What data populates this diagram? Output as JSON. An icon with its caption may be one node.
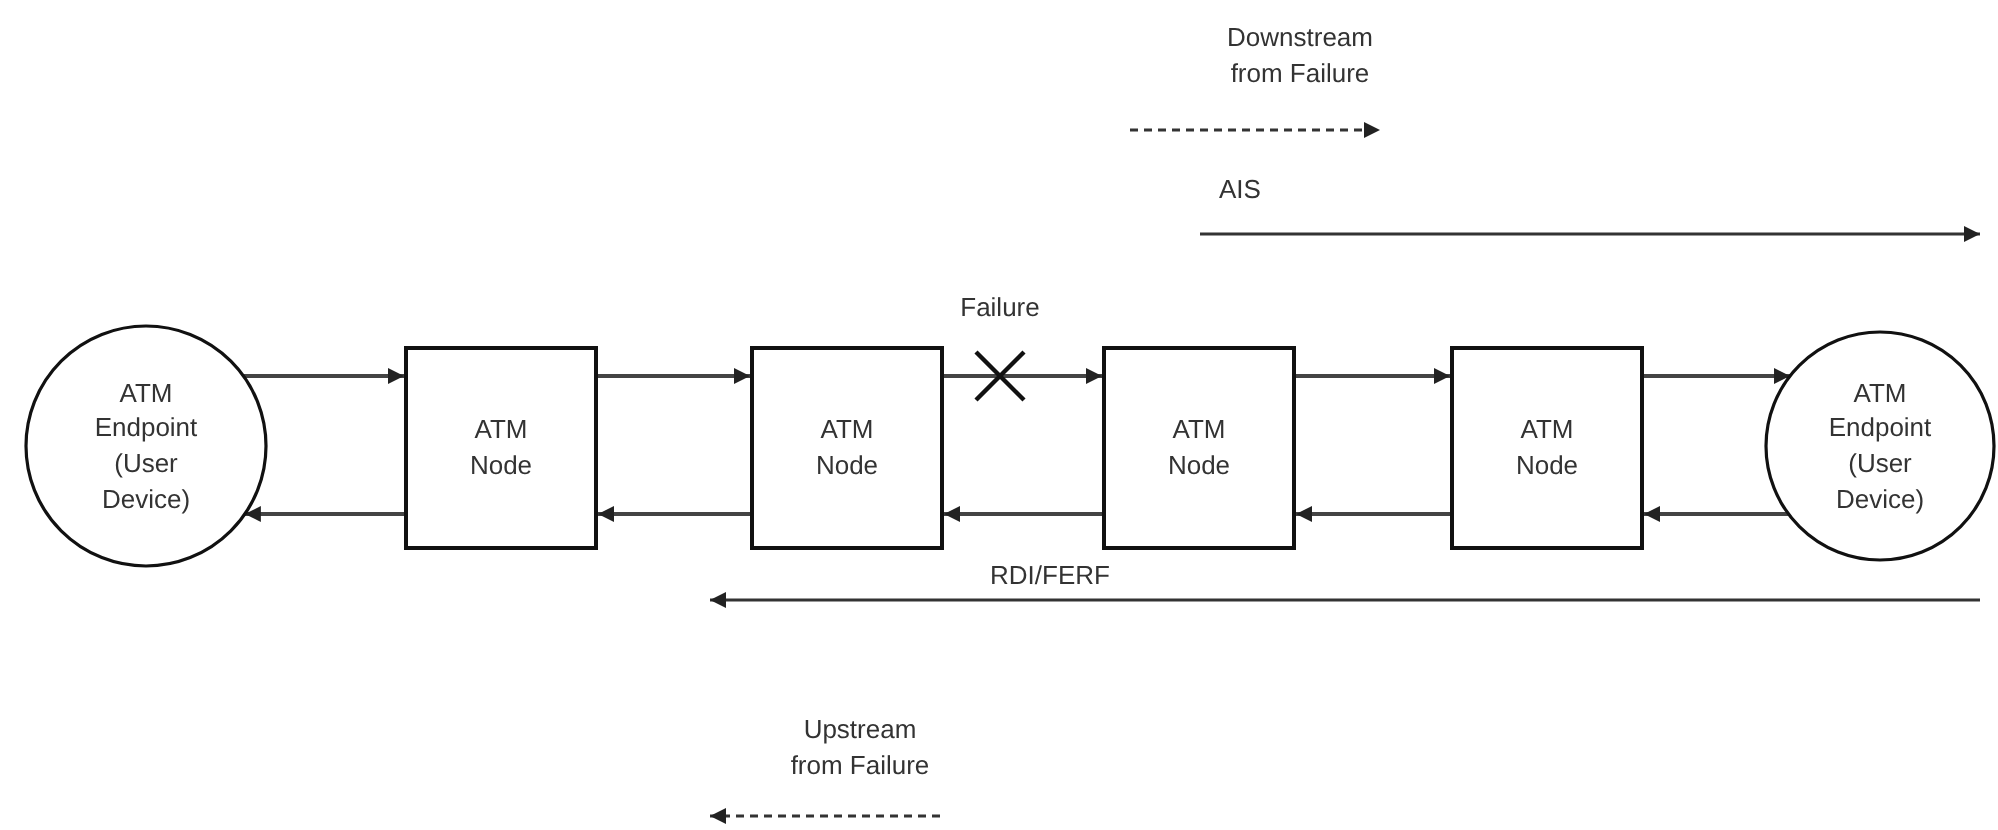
{
  "diagram": {
    "nodes": [
      {
        "text": [
          "ATM Endpoint (User Device)"
        ]
      },
      {
        "text": [
          "ATM Node"
        ]
      },
      {
        "text": [
          "ATM Node"
        ]
      },
      {
        "text": [
          "ATM Node"
        ]
      },
      {
        "text": [
          "ATM Node"
        ]
      },
      {
        "text": [
          "ATM Endpoint (User Device)"
        ]
      }
    ],
    "edges": [
      {
        "from": 0,
        "to": 1,
        "arrow": "to"
      },
      {
        "from": 1,
        "to": 2,
        "arrow": "to"
      },
      {
        "from": 2,
        "to": 3,
        "arrow": "to"
      },
      {
        "from": 3,
        "to": 4,
        "arrow": "to"
      },
      {
        "from": 4,
        "to": 5,
        "arrow": "to"
      },
      {
        "from": 5,
        "to": 4,
        "arrow": "to"
      },
      {
        "from": 4,
        "to": 3,
        "arrow": "to"
      },
      {
        "from": 3,
        "to": 2,
        "arrow": "to"
      },
      {
        "from": 2,
        "to": 1,
        "arrow": "to"
      },
      {
        "from": 1,
        "to": 0,
        "arrow": "to"
      }
    ],
    "labels": [
      "Downstream from Failure",
      "AIS",
      "Failure",
      "RDI/FERF",
      "Upstream from Failure"
    ]
  }
}
